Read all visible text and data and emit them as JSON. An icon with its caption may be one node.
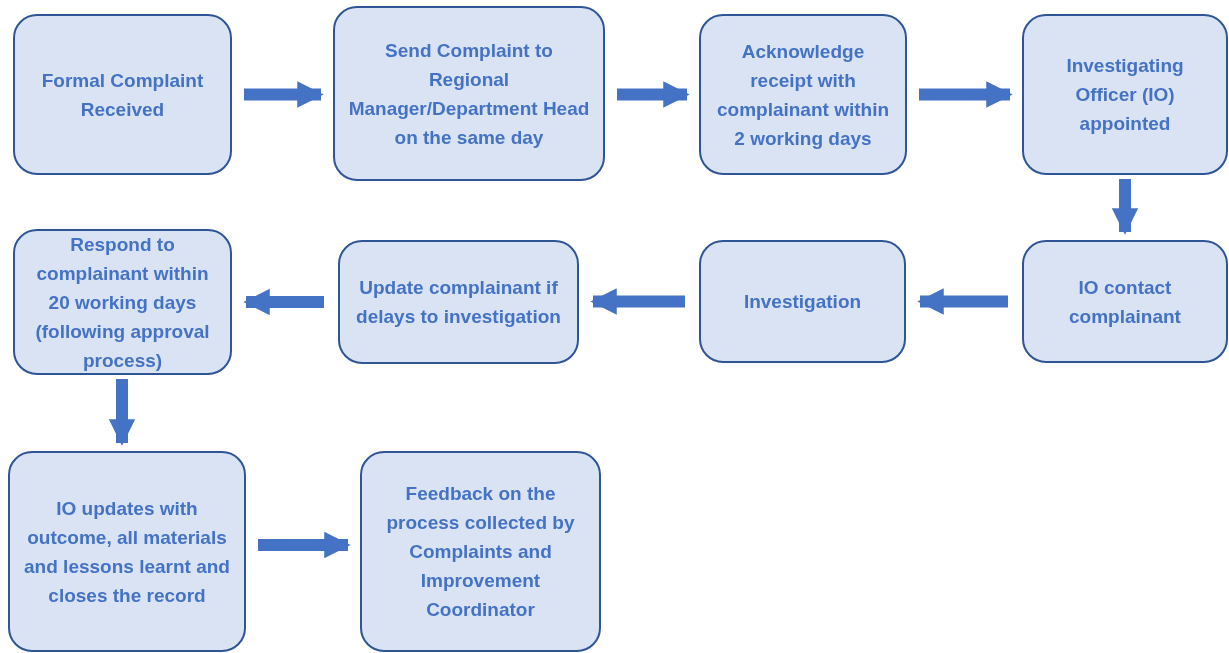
{
  "diagram": {
    "nodes": [
      {
        "text": [
          "Formal Complaint Received"
        ]
      },
      {
        "text": [
          "Send Complaint to Regional Manager/Department Head on the same day"
        ]
      },
      {
        "text": [
          "Acknowledge receipt with complainant within 2 working days"
        ]
      },
      {
        "text": [
          "Investigating Officer (IO) appointed"
        ]
      },
      {
        "text": [
          "IO contact complainant"
        ]
      },
      {
        "text": [
          "Investigation"
        ]
      },
      {
        "text": [
          "Update complainant if delays to investigation"
        ]
      },
      {
        "text": [
          "Respond to complainant within 20 working days (following approval process)"
        ]
      },
      {
        "text": [
          "IO updates with outcome, all materials and lessons learnt and closes the record"
        ]
      },
      {
        "text": [
          "Feedback on the process collected by Complaints and Improvement Coordinator"
        ]
      }
    ],
    "edges": [
      {
        "from": 0,
        "to": 1,
        "arrow": "to"
      },
      {
        "from": 1,
        "to": 2,
        "arrow": "to"
      },
      {
        "from": 2,
        "to": 3,
        "arrow": "to"
      },
      {
        "from": 3,
        "to": 4,
        "arrow": "to"
      },
      {
        "from": 4,
        "to": 5,
        "arrow": "to"
      },
      {
        "from": 5,
        "to": 6,
        "arrow": "to"
      },
      {
        "from": 6,
        "to": 7,
        "arrow": "to"
      },
      {
        "from": 7,
        "to": 8,
        "arrow": "to"
      },
      {
        "from": 8,
        "to": 9,
        "arrow": "to"
      }
    ]
  }
}
